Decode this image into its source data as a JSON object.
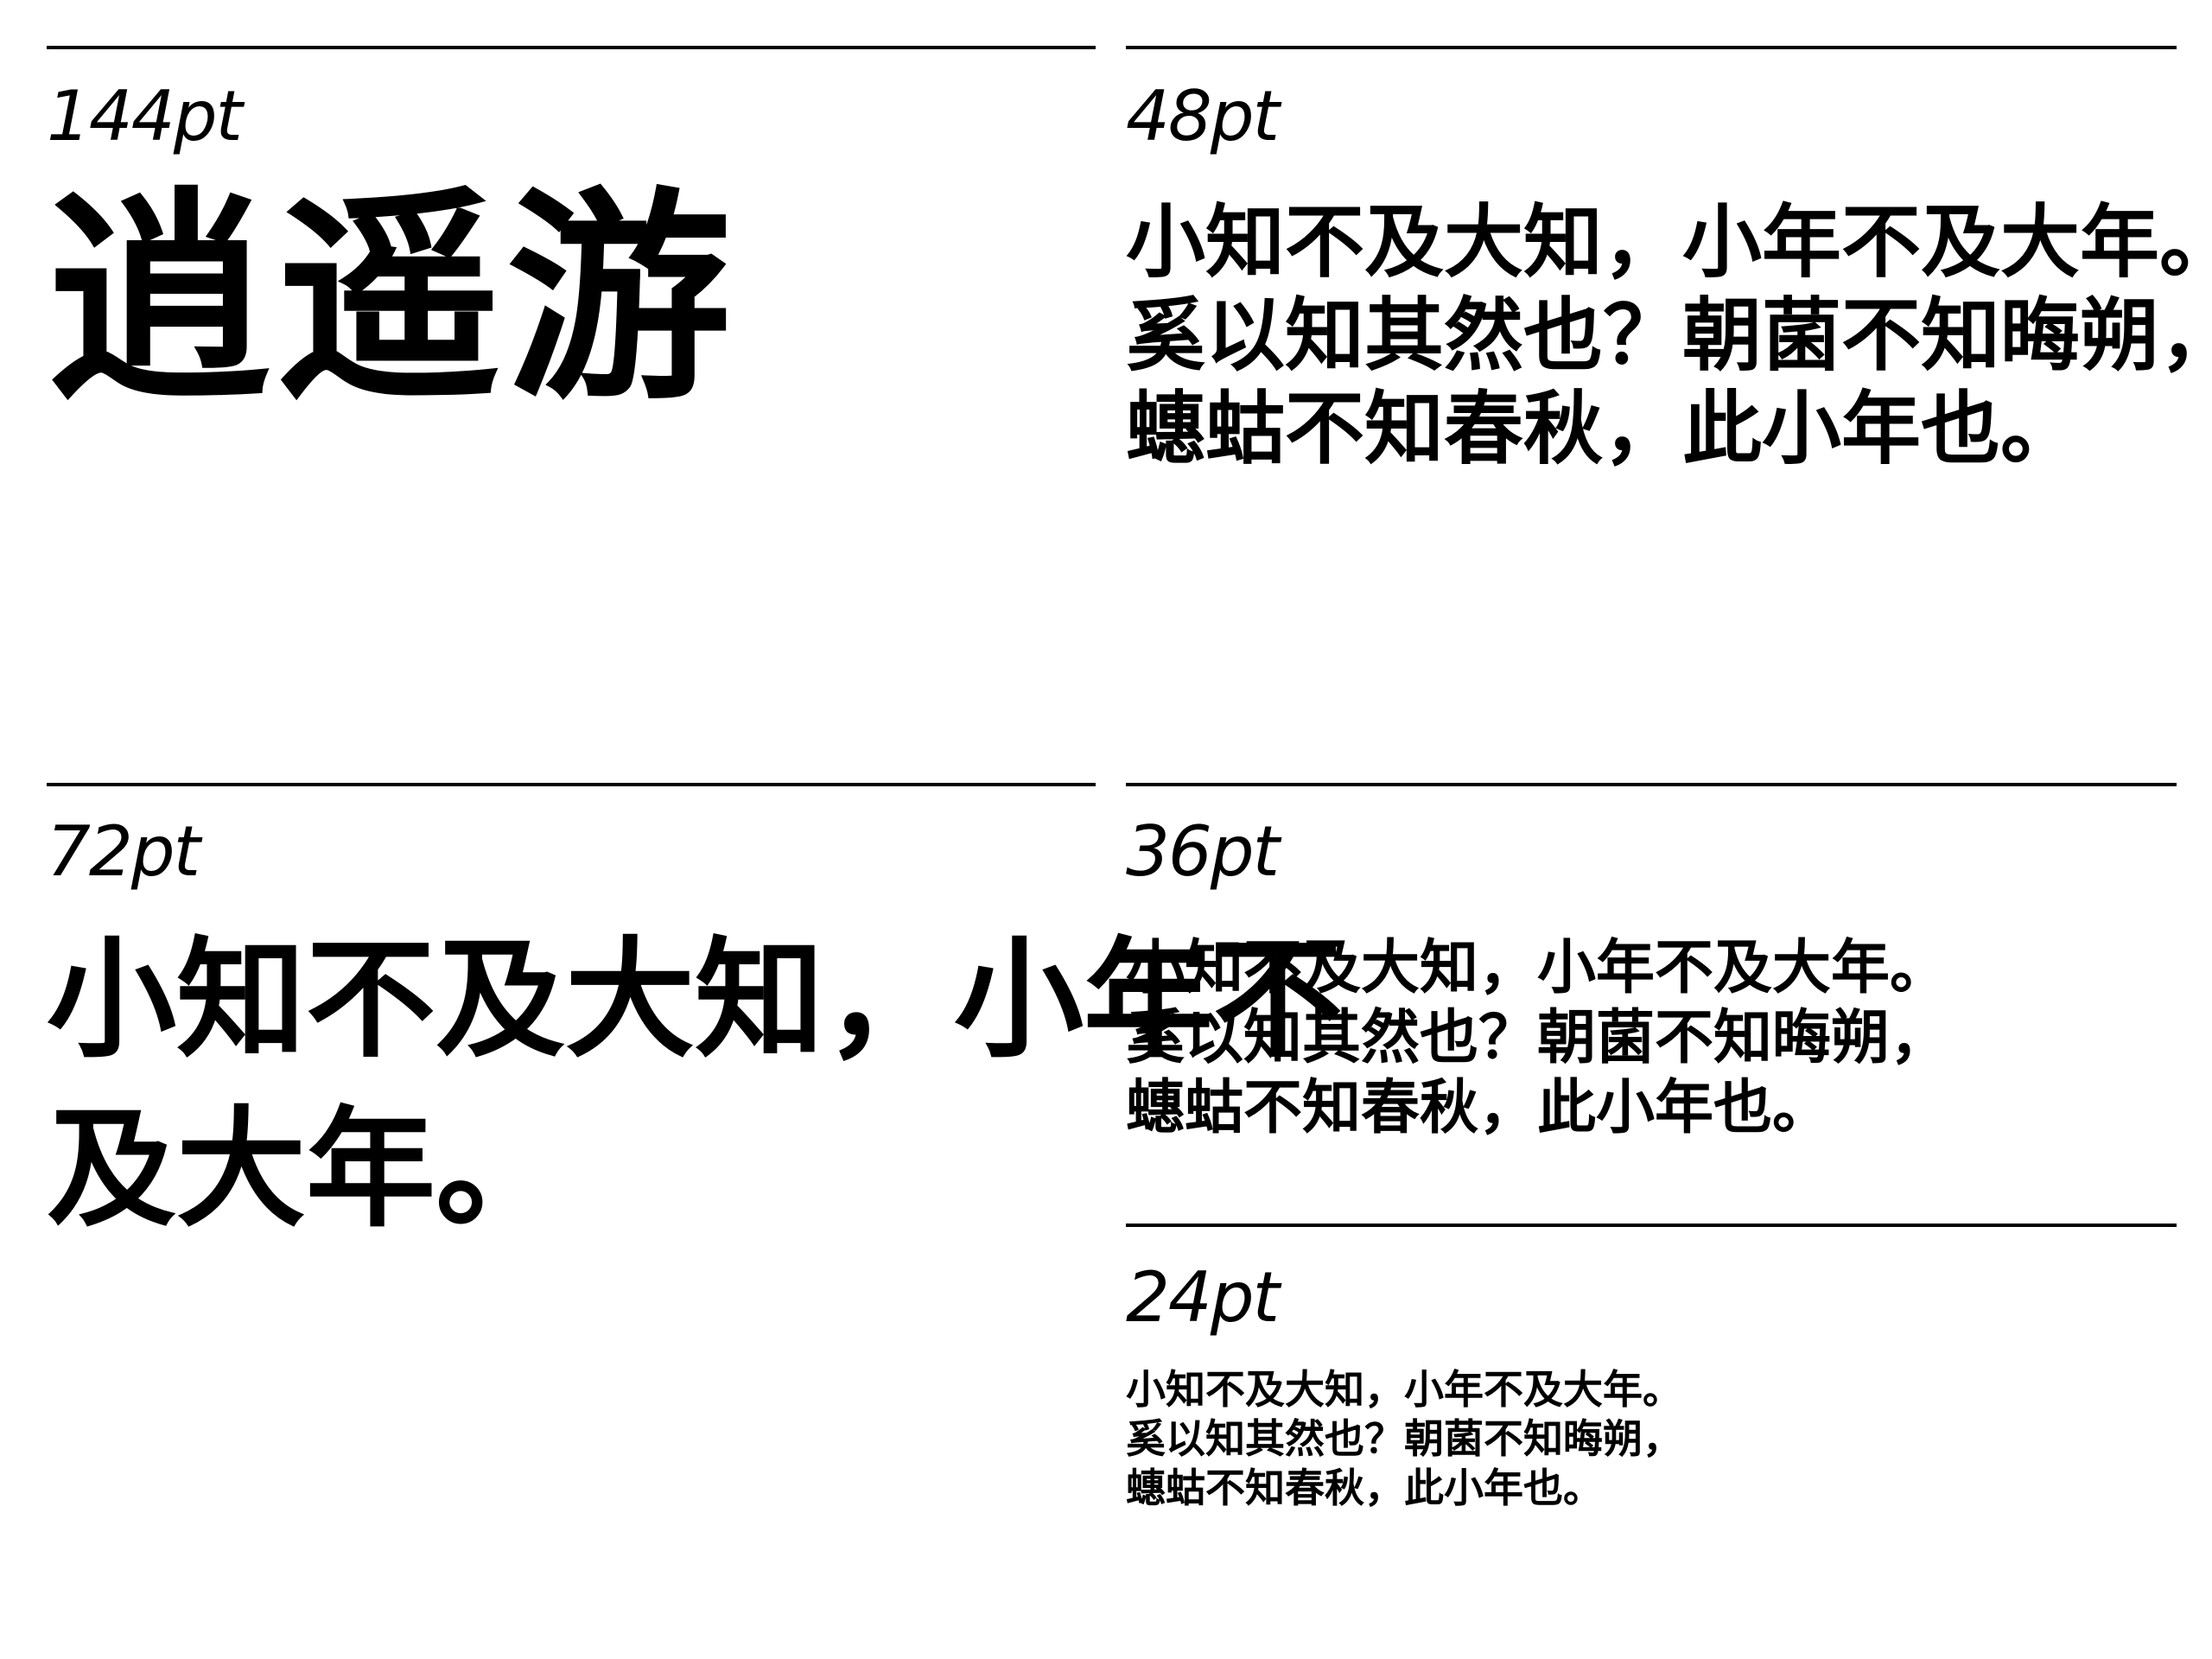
{
  "specimens": {
    "pt144": {
      "label": "144pt",
      "lines": [
        "逍遥游"
      ]
    },
    "pt48": {
      "label": "48pt",
      "lines": [
        "小知不及大知，小年不及大年。",
        "奚以知其然也？朝菌不知晦朔，",
        "蟪蛄不知春秋，此小年也。"
      ]
    },
    "pt72": {
      "label": "72pt",
      "lines": [
        "小知不及大知，小年不",
        "及大年。"
      ]
    },
    "pt36": {
      "label": "36pt",
      "lines": [
        "小知不及大知，小年不及大年。",
        "奚以知其然也？朝菌不知晦朔，",
        "蟪蛄不知春秋，此小年也。"
      ]
    },
    "pt24": {
      "label": "24pt",
      "lines": [
        "小知不及大知，小年不及大年。",
        "奚以知其然也？朝菌不知晦朔，",
        "蟪蛄不知春秋，此小年也。"
      ]
    }
  }
}
